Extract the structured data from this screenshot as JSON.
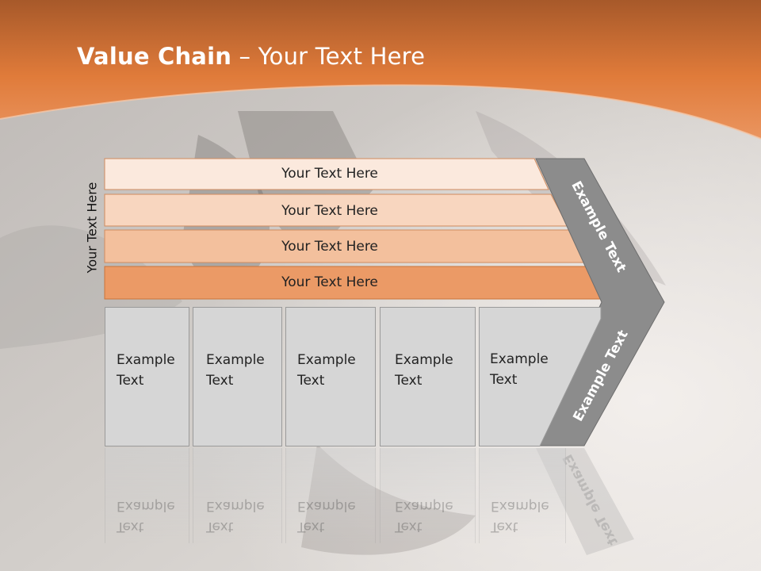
{
  "title": {
    "bold": "Value Chain",
    "rest": " – Your Text Here"
  },
  "side_label": "Your Text Here",
  "bands": [
    "Your Text Here",
    "Your Text Here",
    "Your Text Here",
    "Your Text Here"
  ],
  "boxes": [
    {
      "line1": "Example",
      "line2": "Text"
    },
    {
      "line1": "Example",
      "line2": "Text"
    },
    {
      "line1": "Example",
      "line2": "Text"
    },
    {
      "line1": "Example",
      "line2": "Text"
    },
    {
      "line1": "Example",
      "line2": "Text"
    }
  ],
  "arrow": {
    "upper": "Example Text",
    "lower": "Example Text"
  },
  "colors": {
    "header": "#e07b3a",
    "band1": "#fbe9dd",
    "band2": "#f8d6bf",
    "band3": "#f3c09d",
    "band4": "#eb9a66",
    "arrow": "#8c8c8c",
    "box": "#d6d6d6"
  }
}
